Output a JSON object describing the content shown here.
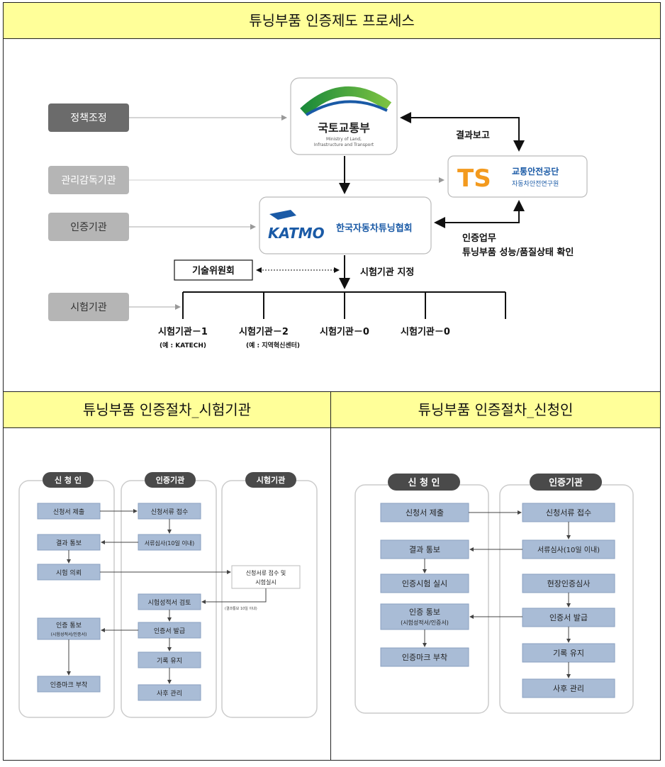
{
  "top": {
    "header": "튜닝부품 인증제도 프로세스",
    "roles": [
      "정책조정",
      "관리감독기관",
      "인증기관",
      "시험기관"
    ],
    "ministry": {
      "name": "국토교통부",
      "english_line1": "Ministry of Land,",
      "english_line2": "Infrastructure and Transport"
    },
    "ts": {
      "logo": "TS",
      "name": "교통안전공단",
      "sub": "자동차안전연구원"
    },
    "katmo": {
      "logo": "KATMO",
      "name": "한국자동차튜닝협회"
    },
    "result_report": "결과보고",
    "cert_work_line1": "인증업무",
    "cert_work_line2": "튜닝부품 성능/품질상태 확인",
    "tech_committee": "기술위원회",
    "designation": "시험기관 지정",
    "labs": [
      {
        "name": "시험기관－1",
        "note": "(예 : KATECH)"
      },
      {
        "name": "시험기관－2",
        "note": "(예 : 지역혁신센터)"
      },
      {
        "name": "시험기관－0",
        "note": ""
      },
      {
        "name": "시험기관－0",
        "note": ""
      }
    ]
  },
  "left_panel": {
    "header": "튜닝부품 인증절차_시험기관",
    "lanes": [
      "신 청 인",
      "인증기관",
      "시험기관"
    ],
    "applicant_steps": [
      "신청서 제출",
      "결과 통보",
      "시험 의뢰",
      "인증 통보",
      "(시험성적서/인증서)",
      "인증마크 부착"
    ],
    "agency_steps": [
      "신청서류 접수",
      "서류심사(10일 이내)",
      "시험성적서 검토",
      "인증서 발급",
      "기록 유지",
      "사후 관리"
    ],
    "lab_steps": [
      "신청서류 접수 및",
      "시험실시"
    ],
    "lab_note": "(결과통보 10일 이내)"
  },
  "right_panel": {
    "header": "튜닝부품 인증절차_신청인",
    "lanes": [
      "신 청 인",
      "인증기관"
    ],
    "applicant_steps": [
      "신청서 제출",
      "결과 통보",
      "인증시험 실시",
      "인증 통보",
      "(시험성적서/인증서)",
      "인증마크 부착"
    ],
    "agency_steps": [
      "신청서류 접수",
      "서류심사(10일 이내)",
      "현장인증심사",
      "인증서 발급",
      "기록 유지",
      "사후 관리"
    ]
  },
  "colors": {
    "header_bg": "#ffff99",
    "role_dark": "#6b6b6b",
    "role_light": "#b5b5b5",
    "step_fill": "#a9bcd6",
    "lane_label": "#4a4a4a"
  }
}
